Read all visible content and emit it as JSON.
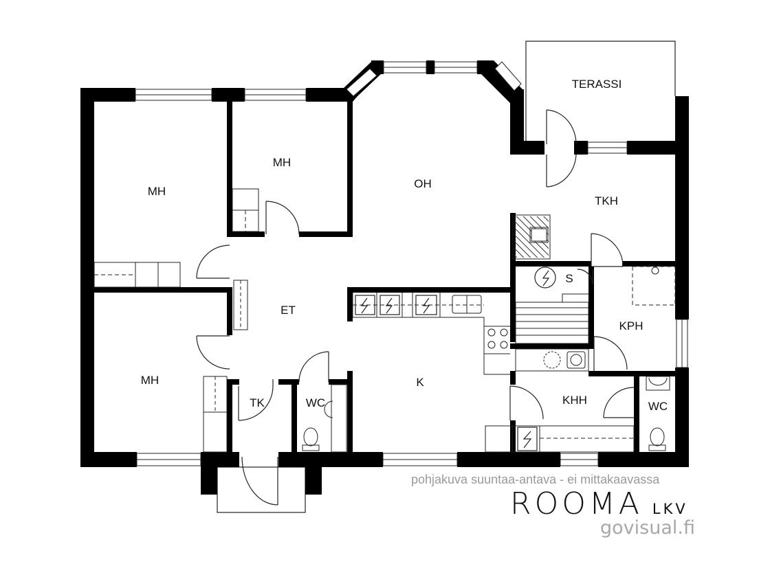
{
  "plan": {
    "rooms": {
      "mh_top_left": "MH",
      "mh_top_mid": "MH",
      "mh_bottom_left": "MH",
      "oh": "OH",
      "terassi": "TERASSI",
      "tkh": "TKH",
      "et": "ET",
      "s": "S",
      "kph": "KPH",
      "tk": "TK",
      "wc_left": "WC",
      "k": "K",
      "khh": "KHH",
      "wc_right": "WC"
    },
    "colors": {
      "wall": "#000000",
      "line": "#222222",
      "hatch": "#333333"
    }
  },
  "footer": {
    "note": "pohjakuva suuntaa-antava - ei mittakaavassa",
    "brand_main": "ROOMA",
    "brand_sub": "LKV",
    "site": "govisual.fi"
  }
}
